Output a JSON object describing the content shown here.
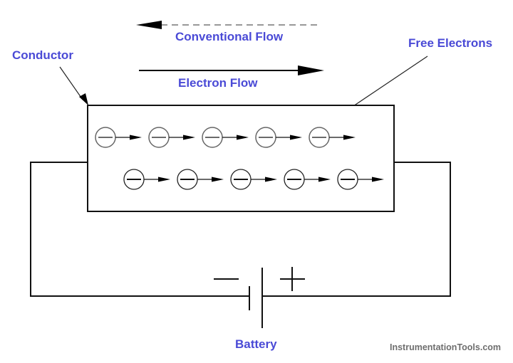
{
  "labels": {
    "conventional_flow": "Conventional Flow",
    "electron_flow": "Electron Flow",
    "conductor": "Conductor",
    "free_electrons": "Free Electrons",
    "battery": "Battery",
    "watermark": "InstrumentationTools.com"
  },
  "battery": {
    "negative_sign": "−",
    "positive_sign": "+"
  },
  "electrons": {
    "row1_count": 5,
    "row2_count": 5,
    "symbol": "negative-charge"
  },
  "colors": {
    "label": "#4a4ad6",
    "line": "#000000",
    "electron_outline": "#666666",
    "watermark": "#6e6e6e"
  }
}
